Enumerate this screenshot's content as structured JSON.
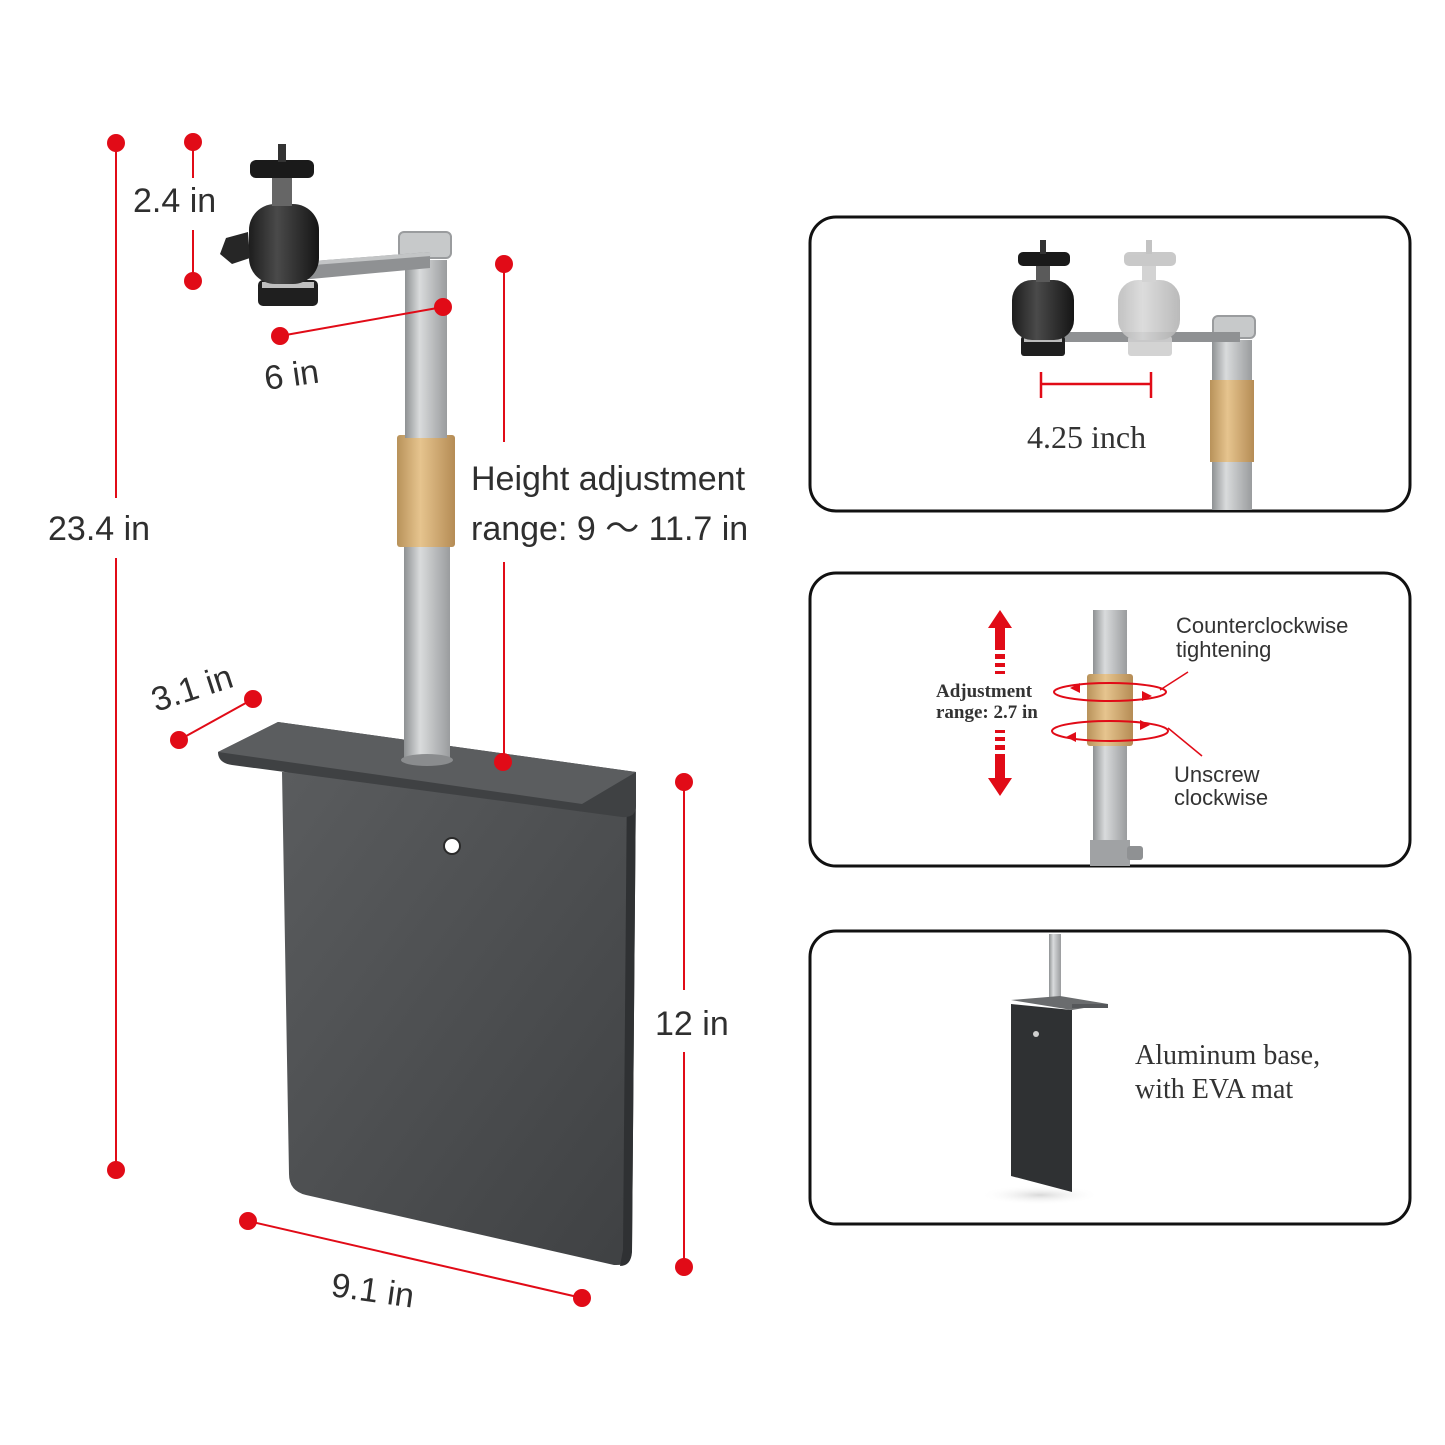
{
  "colors": {
    "accent_red": "#e10b17",
    "metal_dark": "#555759",
    "metal_plate": "#4b4d4f",
    "rod_silver": "#b5b7b9",
    "brass": "#d8b47c",
    "panel_stroke": "#111111",
    "text": "#2f2f2f"
  },
  "main": {
    "dim_total_height": "23.4 in",
    "dim_head_height": "2.4 in",
    "dim_arm_length": "6 in",
    "dim_shelf_depth": "3.1 in",
    "dim_plate_width": "9.1 in",
    "dim_plate_height": "12 in",
    "height_adjust_line1": "Height adjustment",
    "height_adjust_line2": "range: 9 ～ 11.7 in"
  },
  "panels": {
    "arm": {
      "label": "4.25 inch"
    },
    "collar": {
      "adjust_line1": "Adjustment",
      "adjust_line2": "range: 2.7 in",
      "tighten_line1": "Counterclockwise",
      "tighten_line2": "tightening",
      "unscrew_line1": "Unscrew",
      "unscrew_line2": "clockwise"
    },
    "base": {
      "line1": "Aluminum base,",
      "line2": "with EVA mat"
    }
  }
}
